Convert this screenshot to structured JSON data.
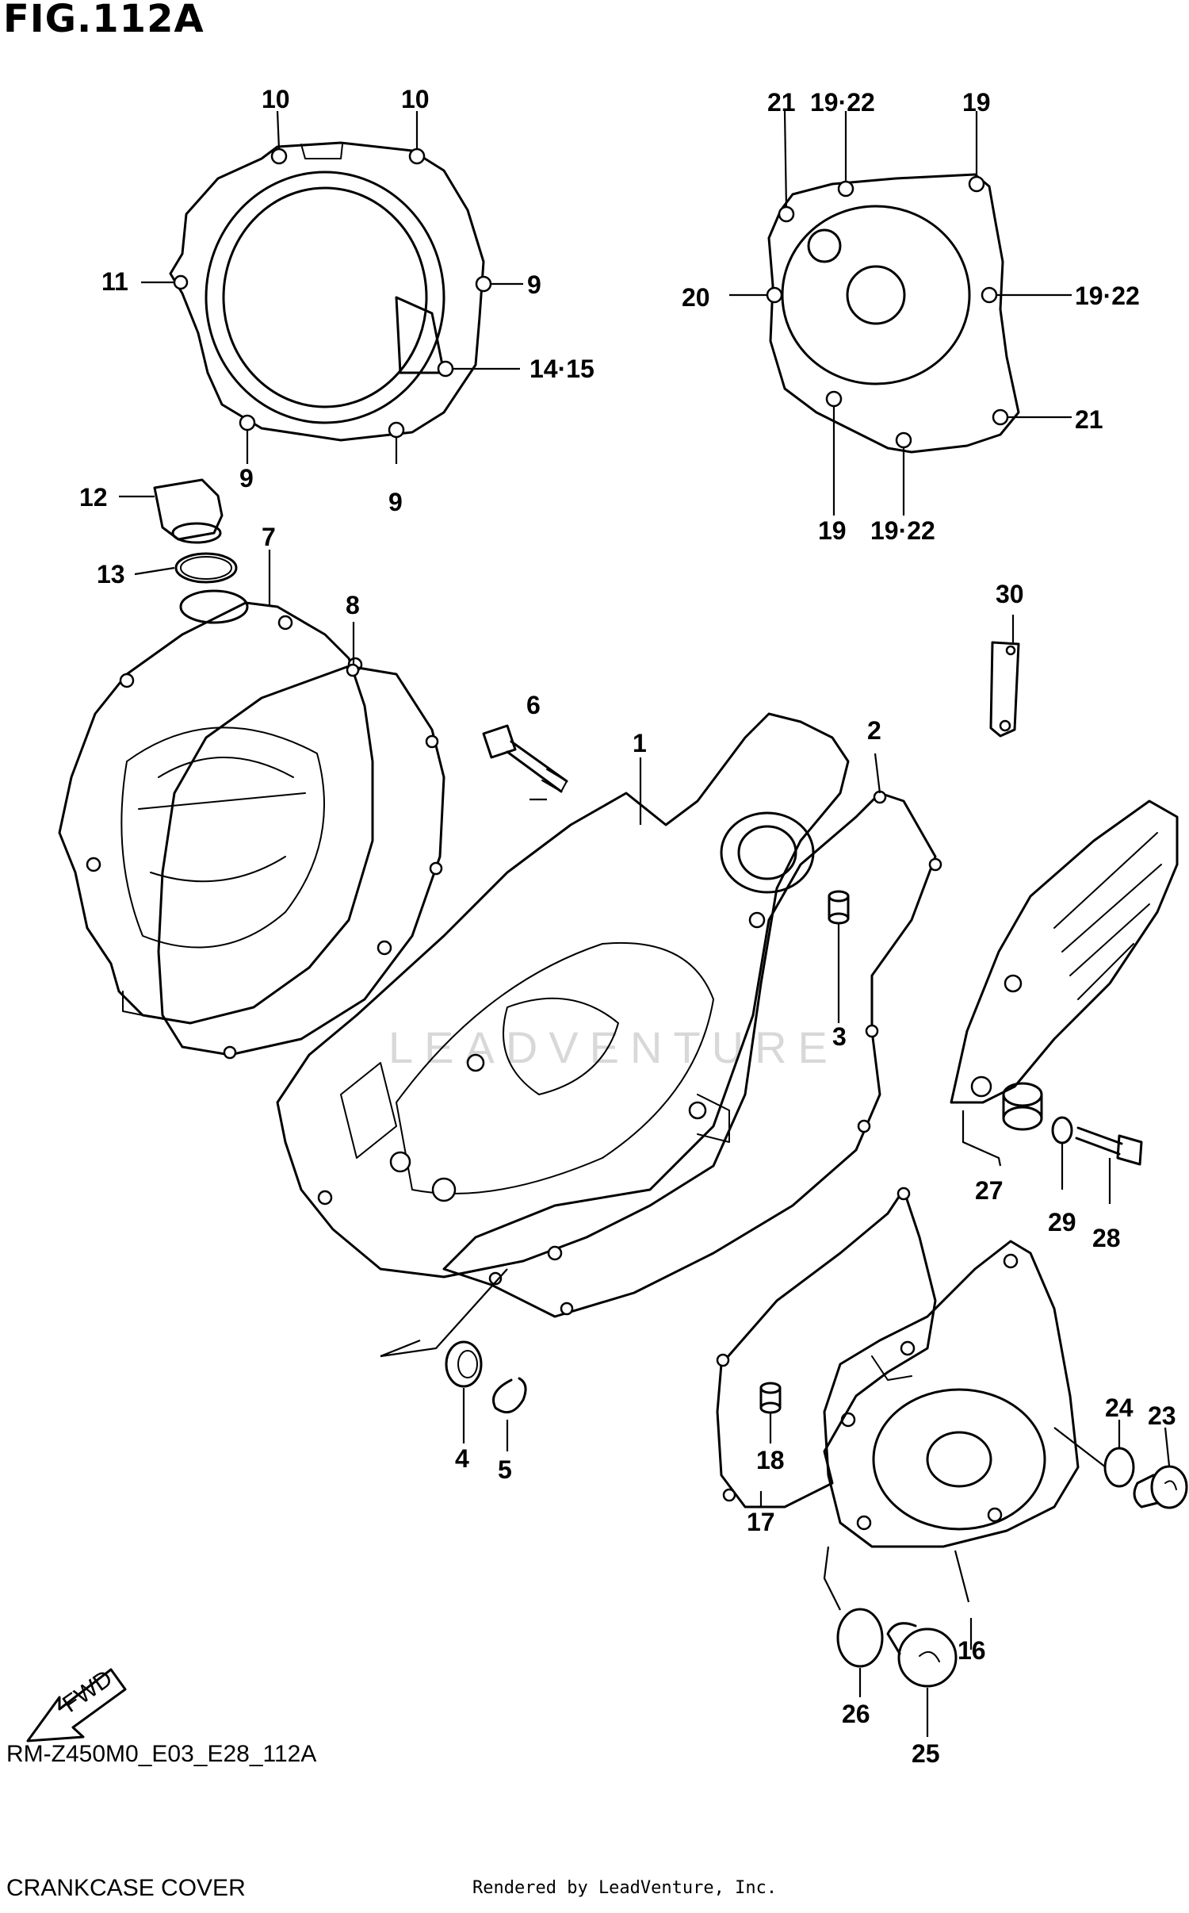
{
  "figure": {
    "title": "FIG.112A",
    "model_code": "RM-Z450M0_E03_E28_112A",
    "name": "CRANKCASE COVER",
    "credit": "Rendered by LeadVenture, Inc.",
    "watermark": "LEADVENTURE",
    "direction_arrow": "FWD"
  },
  "callouts": {
    "c1": "1",
    "c2": "2",
    "c3": "3",
    "c4": "4",
    "c5": "5",
    "c6": "6",
    "c7": "7",
    "c8": "8",
    "c9a": "9",
    "c9b": "9",
    "c9c": "9",
    "c10a": "10",
    "c10b": "10",
    "c11": "11",
    "c12": "12",
    "c13": "13",
    "c14_15": "14·15",
    "c16": "16",
    "c17": "17",
    "c18": "18",
    "c19a": "19",
    "c19b": "19",
    "c19_22a": "19·22",
    "c19_22b": "19·22",
    "c19_22c": "19·22",
    "c20": "20",
    "c21a": "21",
    "c21b": "21",
    "c23": "23",
    "c24": "24",
    "c25": "25",
    "c26": "26",
    "c27": "27",
    "c28": "28",
    "c29": "29",
    "c30": "30"
  },
  "colors": {
    "ink": "#000000",
    "paper": "#ffffff",
    "watermark": "#d8d8d8"
  }
}
